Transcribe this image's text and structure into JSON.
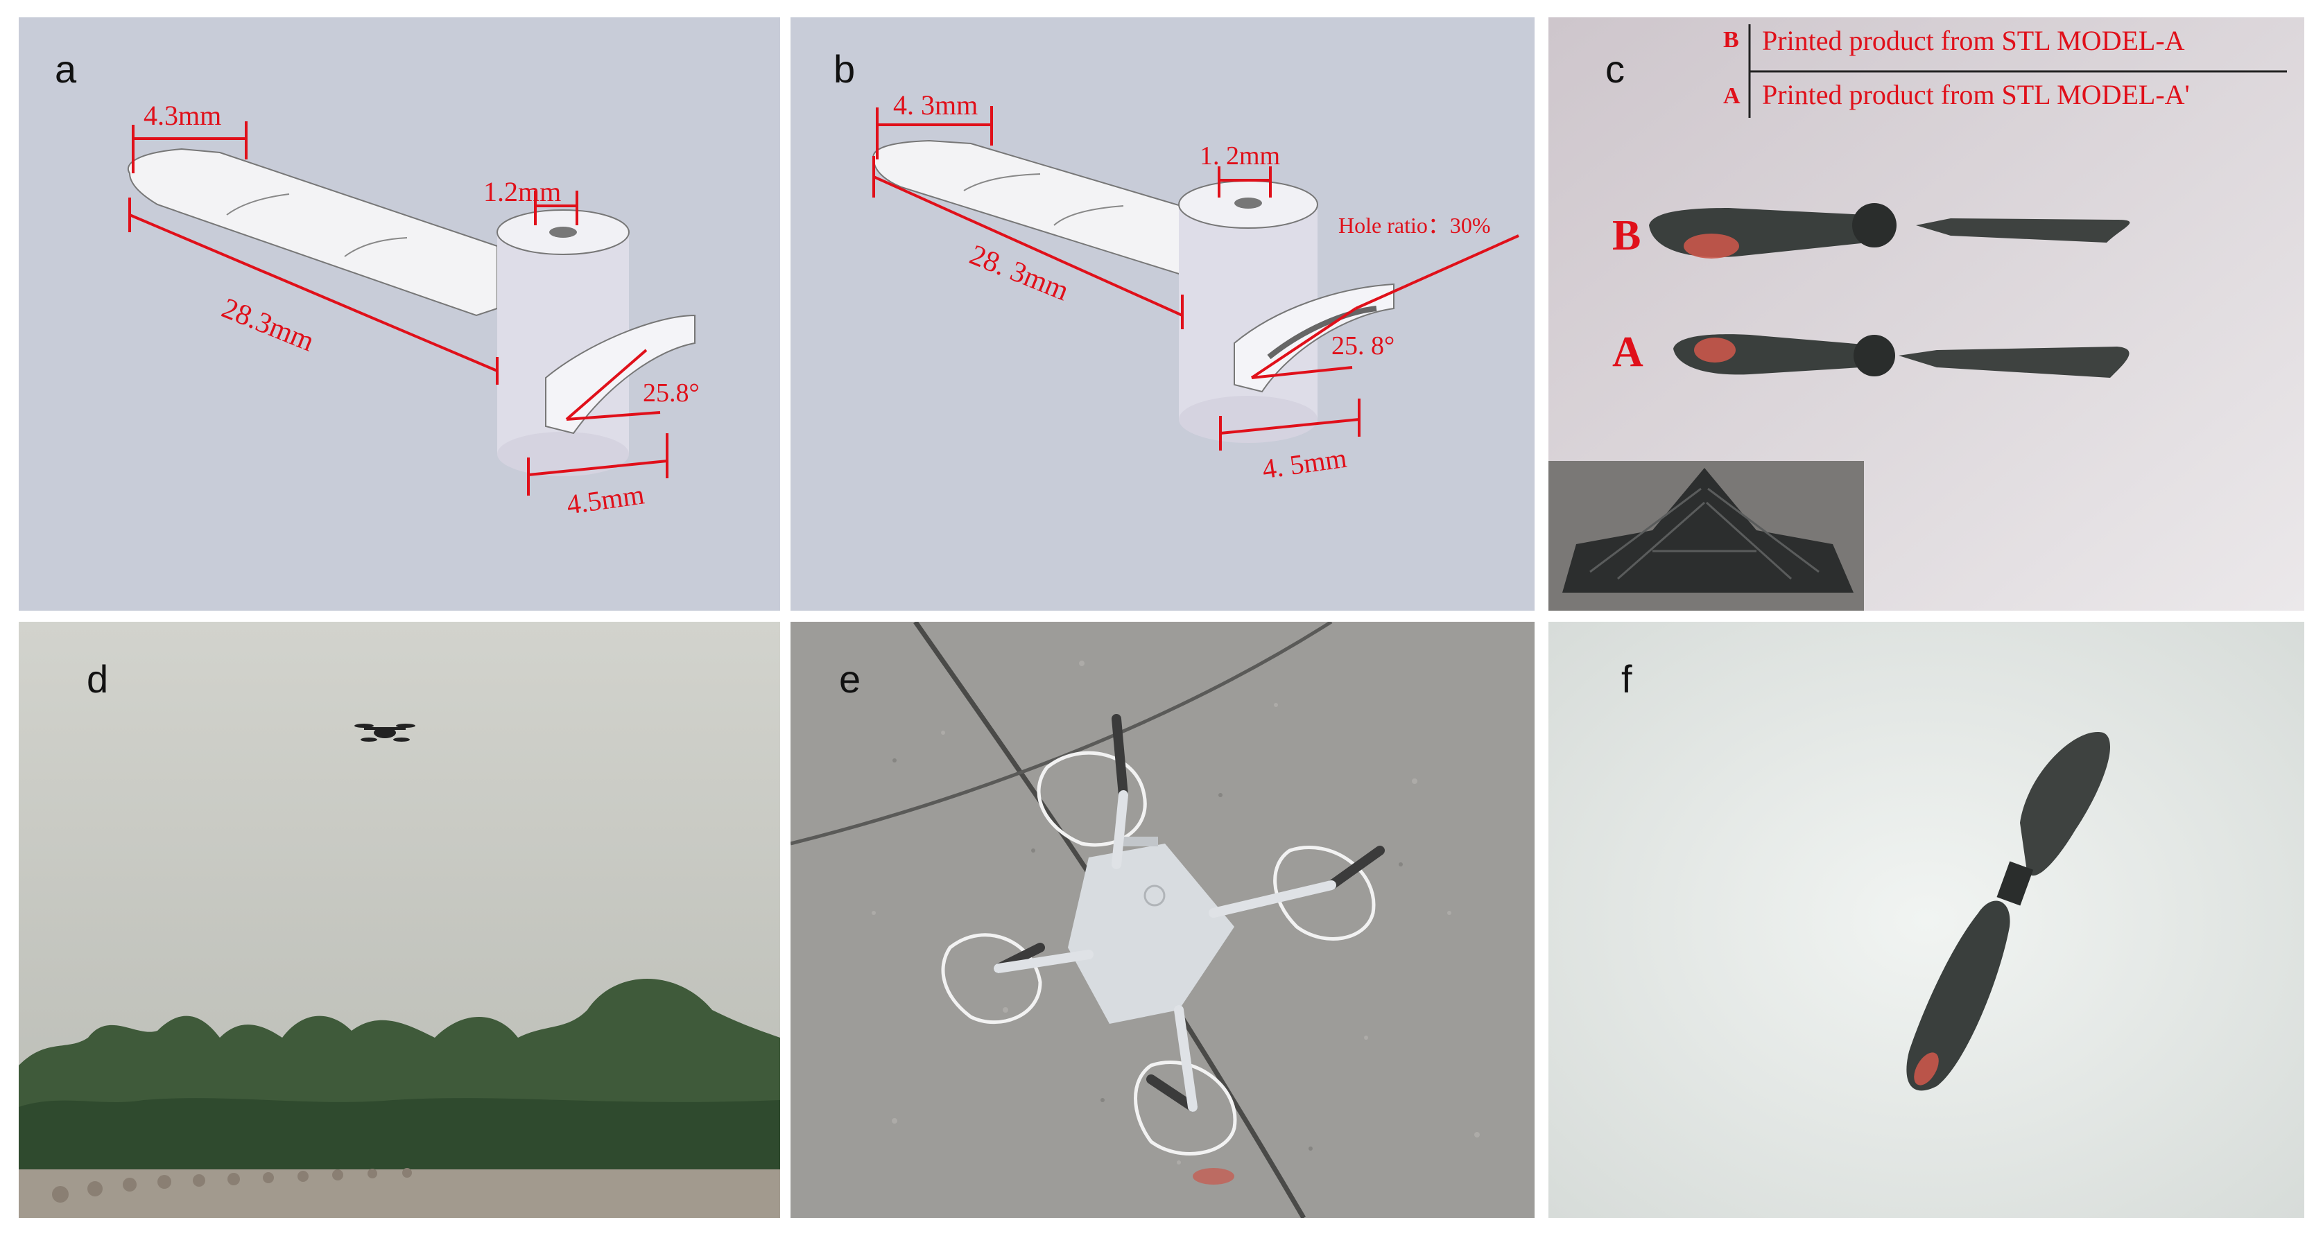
{
  "panels": {
    "a": {
      "letter": "a",
      "background": "#c8ccd8",
      "dims": {
        "width_top": "4.3mm",
        "hole": "1.2mm",
        "length": "28.3mm",
        "angle": "25.8°",
        "base": "4.5mm"
      }
    },
    "b": {
      "letter": "b",
      "background": "#c8ccd8",
      "dims": {
        "width_top": "4. 3mm",
        "hole": "1. 2mm",
        "length": "28. 3mm",
        "angle": "25. 8°",
        "base": "4. 5mm",
        "hole_ratio": "Hole ratio：30%"
      }
    },
    "c": {
      "letter": "c",
      "legend": [
        {
          "key": "B",
          "text": "Printed product from STL MODEL-A"
        },
        {
          "key": "A",
          "text": "Printed product from STL MODEL-A'"
        }
      ],
      "propeller_labels": {
        "upper": "B",
        "lower": "A"
      }
    },
    "d": {
      "letter": "d"
    },
    "e": {
      "letter": "e"
    },
    "f": {
      "letter": "f"
    }
  },
  "colors": {
    "annotation_red": "#e0101a",
    "cad_background": "#c8ccd8",
    "propeller_dark": "#3a3f3d"
  }
}
